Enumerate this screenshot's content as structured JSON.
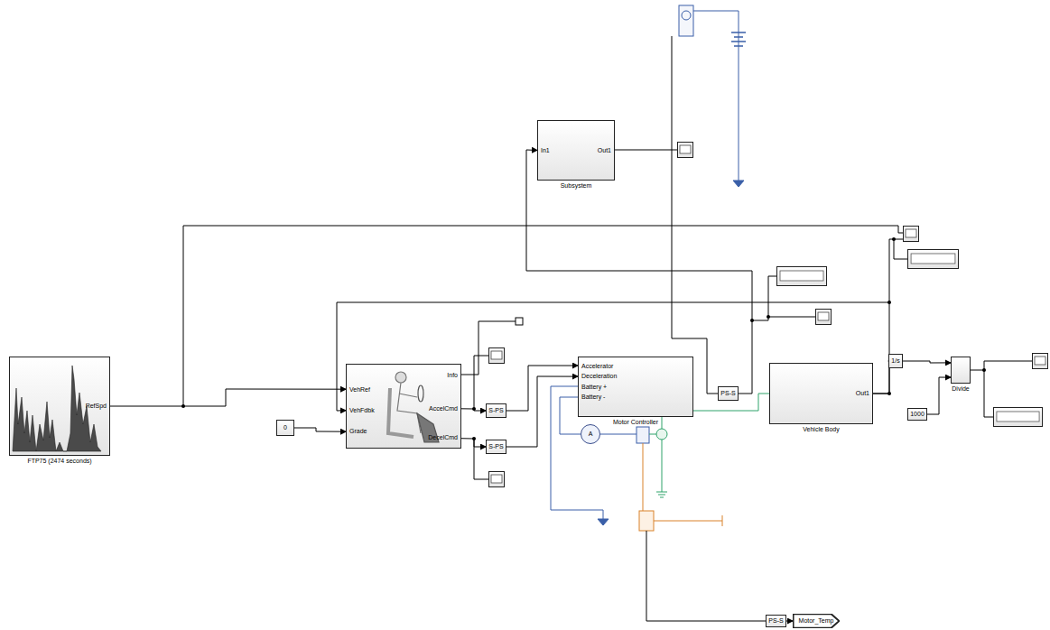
{
  "diagram": {
    "nodes": [
      {
        "text": [
          "RefSpd",
          "FTP75 (2474 seconds)"
        ]
      },
      {
        "text": [
          "VehRef",
          "VehFdbk",
          "Grade",
          "Info",
          "AccelCmd",
          "DecelCmd"
        ]
      },
      {
        "text": [
          "0"
        ]
      },
      {
        "text": [
          "S-PS"
        ]
      },
      {
        "text": [
          "S-PS"
        ]
      },
      {
        "text": [
          "Accelerator",
          "Deceleration",
          "Battery +",
          "Battery -",
          "Motor Controller"
        ]
      },
      {
        "text": [
          "Out1",
          "Vehicle Body"
        ]
      },
      {
        "text": [
          "In1",
          "Out1",
          "Subsystem"
        ]
      },
      {
        "text": [
          "PS-S"
        ]
      },
      {
        "text": [
          "1/s"
        ]
      },
      {
        "text": [
          "1000"
        ]
      },
      {
        "text": [
          "Divide"
        ]
      },
      {
        "text": [
          "PS-S"
        ]
      },
      {
        "text": [
          "Motor_Temp"
        ]
      },
      {
        "text": [
          "A"
        ]
      }
    ],
    "edges": [
      {
        "from": 0,
        "to": 1,
        "arrow": "to"
      },
      {
        "from": 2,
        "to": 1,
        "arrow": "to"
      },
      {
        "from": 1,
        "to": 3,
        "arrow": "to"
      },
      {
        "from": 1,
        "to": 4,
        "arrow": "to"
      },
      {
        "from": 3,
        "to": 5,
        "arrow": "to"
      },
      {
        "from": 4,
        "to": 5,
        "arrow": "to"
      },
      {
        "from": 6,
        "to": 1,
        "arrow": "to"
      },
      {
        "from": 6,
        "to": 9,
        "arrow": "to"
      },
      {
        "from": 9,
        "to": 11,
        "arrow": "to"
      },
      {
        "from": 10,
        "to": 11,
        "arrow": "to"
      },
      {
        "from": 12,
        "to": 13,
        "arrow": "to"
      },
      {
        "from": 8,
        "to": 7,
        "arrow": "to"
      }
    ]
  }
}
